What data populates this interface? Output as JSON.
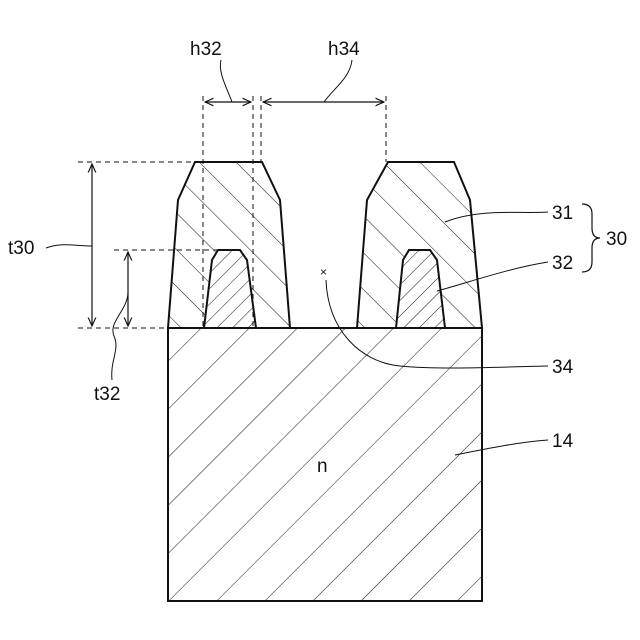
{
  "labels": {
    "h32": "h32",
    "h34": "h34",
    "t30": "t30",
    "t32": "t32",
    "ref31": "31",
    "ref32": "32",
    "ref30": "30",
    "ref34": "34",
    "ref14": "14",
    "n": "n",
    "x_mark": "×"
  },
  "colors": {
    "line": "#111111",
    "background": "#ffffff"
  }
}
